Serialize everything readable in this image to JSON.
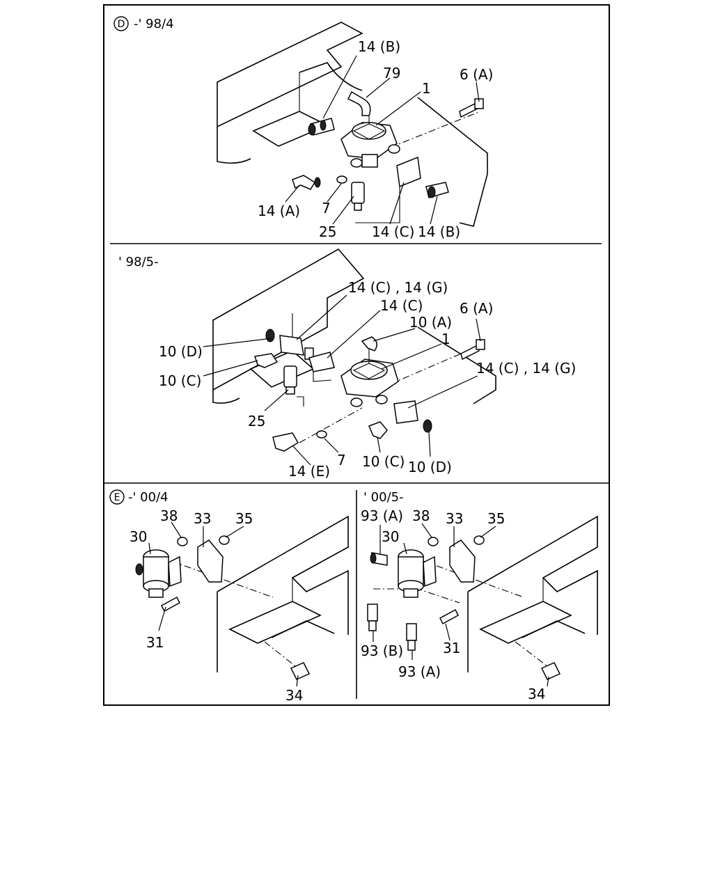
{
  "panels": {
    "d": {
      "mark": "D",
      "range": "-' 98/4"
    },
    "mid": {
      "range": "' 98/5-"
    },
    "e": {
      "mark": "E",
      "range": "-' 00/4"
    },
    "f": {
      "range": "' 00/5-"
    }
  },
  "labels": {
    "p1": {
      "l14b_top": "14 (B)",
      "l79": "79",
      "l1": "1",
      "l6a": "6 (A)",
      "l14a": "14 (A)",
      "l7": "7",
      "l25": "25",
      "l14c": "14 (C)",
      "l14b_bot": "14 (B)"
    },
    "p2": {
      "l14cg_top": "14 (C) , 14 (G)",
      "l14c": "14 (C)",
      "l10a": "10 (A)",
      "l6a": "6 (A)",
      "l1": "1",
      "l14cg_right": "14 (C) , 14 (G)",
      "l10d_left": "10 (D)",
      "l10c_left": "10 (C)",
      "l25": "25",
      "l14e": "14 (E)",
      "l7": "7",
      "l10c_bot": "10 (C)",
      "l10d_bot": "10 (D)"
    },
    "p3": {
      "l38": "38",
      "l33": "33",
      "l35": "35",
      "l30": "30",
      "l31": "31",
      "l34": "34"
    },
    "p4": {
      "l93a_top": "93 (A)",
      "l38": "38",
      "l33": "33",
      "l35": "35",
      "l30": "30",
      "l93b": "93 (B)",
      "l31": "31",
      "l93a_bot": "93 (A)",
      "l34": "34"
    }
  }
}
